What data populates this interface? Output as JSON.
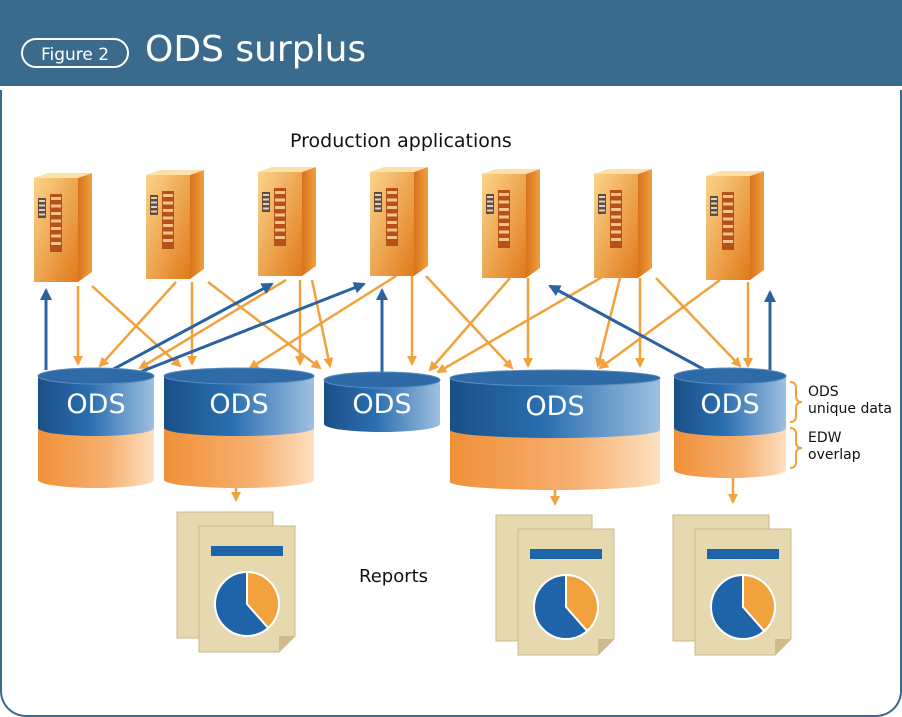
{
  "header": {
    "badge": "Figure 2",
    "title": "ODS surplus"
  },
  "labels": {
    "production": "Production applications",
    "ods_unique_1": "ODS",
    "ods_unique_2": "unique data",
    "edw_1": "EDW",
    "edw_2": "overlap",
    "reports": "Reports"
  },
  "ods_label": "ODS",
  "server_count": 7,
  "ods_count": 5,
  "report_count": 3,
  "colors": {
    "header": "#3a6b8c",
    "orange_arrow": "#f2a23c",
    "blue_arrow": "#2a63a0",
    "ods_blue": "#1f5f9a",
    "ods_orange": "#f2a25a",
    "report_paper": "#e6d9b0",
    "pie_blue": "#1f63a8",
    "pie_orange": "#f2a23c"
  }
}
